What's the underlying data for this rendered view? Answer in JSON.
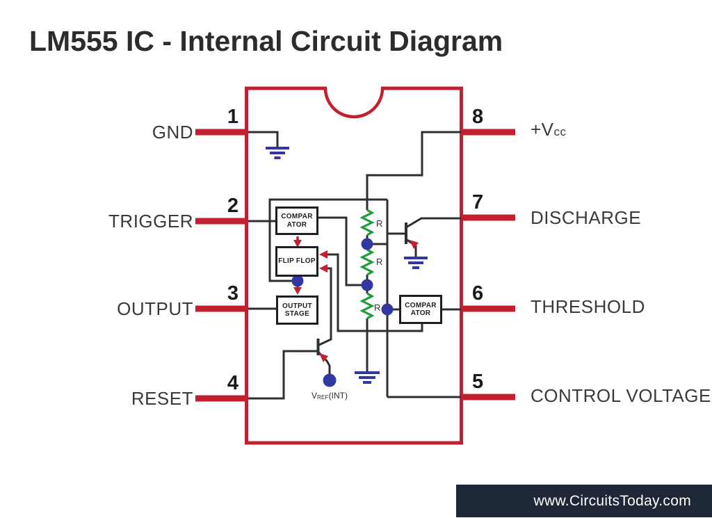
{
  "title": "LM555 IC - Internal Circuit Diagram",
  "footer": {
    "url": "www.CircuitsToday.com"
  },
  "ic": {
    "pins_left": [
      {
        "number": "1",
        "label": "GND"
      },
      {
        "number": "2",
        "label": "TRIGGER"
      },
      {
        "number": "3",
        "label": "OUTPUT"
      },
      {
        "number": "4",
        "label": "RESET"
      }
    ],
    "pins_right": [
      {
        "number": "8",
        "label": "+V",
        "label_sub": "cc"
      },
      {
        "number": "7",
        "label": "DISCHARGE",
        "label_sub": ""
      },
      {
        "number": "6",
        "label": "THRESHOLD",
        "label_sub": ""
      },
      {
        "number": "5",
        "label": "CONTROL VOLTAGE",
        "label_sub": ""
      }
    ],
    "blocks": {
      "comparator1": {
        "line1": "COMPAR",
        "line2": "ATOR"
      },
      "flipflop": {
        "line1": "FLIP FLOP",
        "line2": ""
      },
      "output_stage": {
        "line1": "OUTPUT",
        "line2": "STAGE"
      },
      "comparator2": {
        "line1": "COMPAR",
        "line2": "ATOR"
      }
    },
    "resistors": {
      "r1": "R",
      "r2": "R",
      "r3": "R"
    },
    "vref": {
      "v": "V",
      "sub": "REF",
      "rest": "(INT)"
    }
  },
  "colors": {
    "ic_red": "#C2202E",
    "wire": "#2E2E33",
    "resistor_green": "#1D9C3A",
    "node_blue": "#3138A3",
    "footer_bg": "#1D2736",
    "footer_text": "#FFFFFF"
  }
}
